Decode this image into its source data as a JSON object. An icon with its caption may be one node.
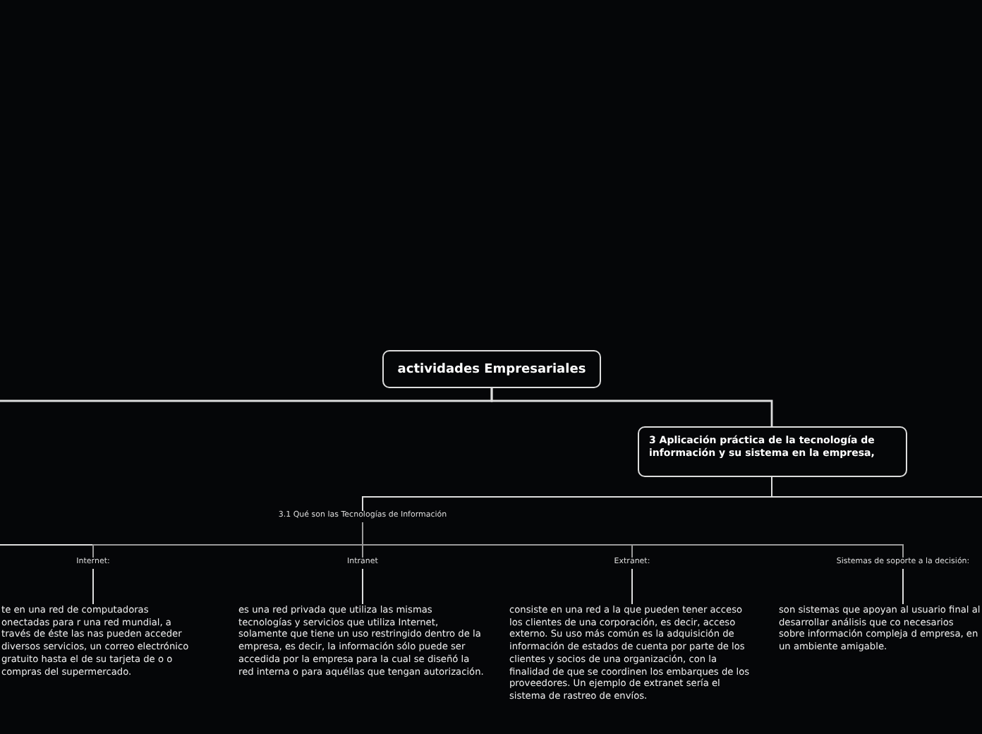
{
  "diagram": {
    "nodes": [
      {
        "text": [
          "actividades Empresariales"
        ]
      },
      {
        "text": [
          "3 Aplicación práctica de la tecnología de información y su sistema en la empresa,"
        ]
      },
      {
        "text": [
          "3.1 Qué son las Tecnologías de Información"
        ]
      },
      {
        "text": [
          "Internet:"
        ]
      },
      {
        "text": [
          "Intranet"
        ]
      },
      {
        "text": [
          "Extranet:"
        ]
      },
      {
        "text": [
          "Sistemas de soporte a la decisión:"
        ]
      },
      {
        "text": [
          "te en una red de computadoras onectadas para r una red mundial, a través de éste las nas pueden acceder diversos servicios, un correo electrónico gratuito hasta el de su tarjeta de o o compras del supermercado."
        ]
      },
      {
        "text": [
          "es una red privada que utiliza las mismas tecnologías y servicios que utiliza Internet, solamente que tiene un uso restringido dentro de la empresa, es decir, la información sólo puede ser accedida por la empresa para la cual se diseñó la red interna o para aquéllas que tengan autorización."
        ]
      },
      {
        "text": [
          "consiste en una red a la que pueden tener acceso los clientes de una corporación, es decir, acceso externo. Su uso más común es la adquisición de información de estados de cuenta por parte de los clientes y socios de una organización, con la finalidad de que se coordinen los embarques de los proveedores. Un ejemplo de extranet sería el sistema de rastreo de envíos."
        ]
      },
      {
        "text": [
          "son sistemas que apoyan al usuario final al desarrollar análisis que co necesarios sobre información compleja d empresa, en un ambiente amigable."
        ]
      }
    ],
    "edges": [
      {
        "from": 0,
        "to": null,
        "arrow": "none"
      },
      {
        "from": 0,
        "to": 1,
        "arrow": "none"
      },
      {
        "from": 1,
        "to": null,
        "arrow": "none"
      },
      {
        "from": 1,
        "to": 2,
        "arrow": "none"
      },
      {
        "from": 2,
        "to": null,
        "arrow": "none"
      },
      {
        "from": 2,
        "to": 3,
        "arrow": "none"
      },
      {
        "from": 2,
        "to": 4,
        "arrow": "none"
      },
      {
        "from": 2,
        "to": 5,
        "arrow": "none"
      },
      {
        "from": 2,
        "to": 6,
        "arrow": "none"
      },
      {
        "from": 3,
        "to": 7,
        "arrow": "none"
      },
      {
        "from": 4,
        "to": 8,
        "arrow": "none"
      },
      {
        "from": 5,
        "to": 9,
        "arrow": "none"
      },
      {
        "from": 6,
        "to": 10,
        "arrow": "none"
      }
    ]
  }
}
